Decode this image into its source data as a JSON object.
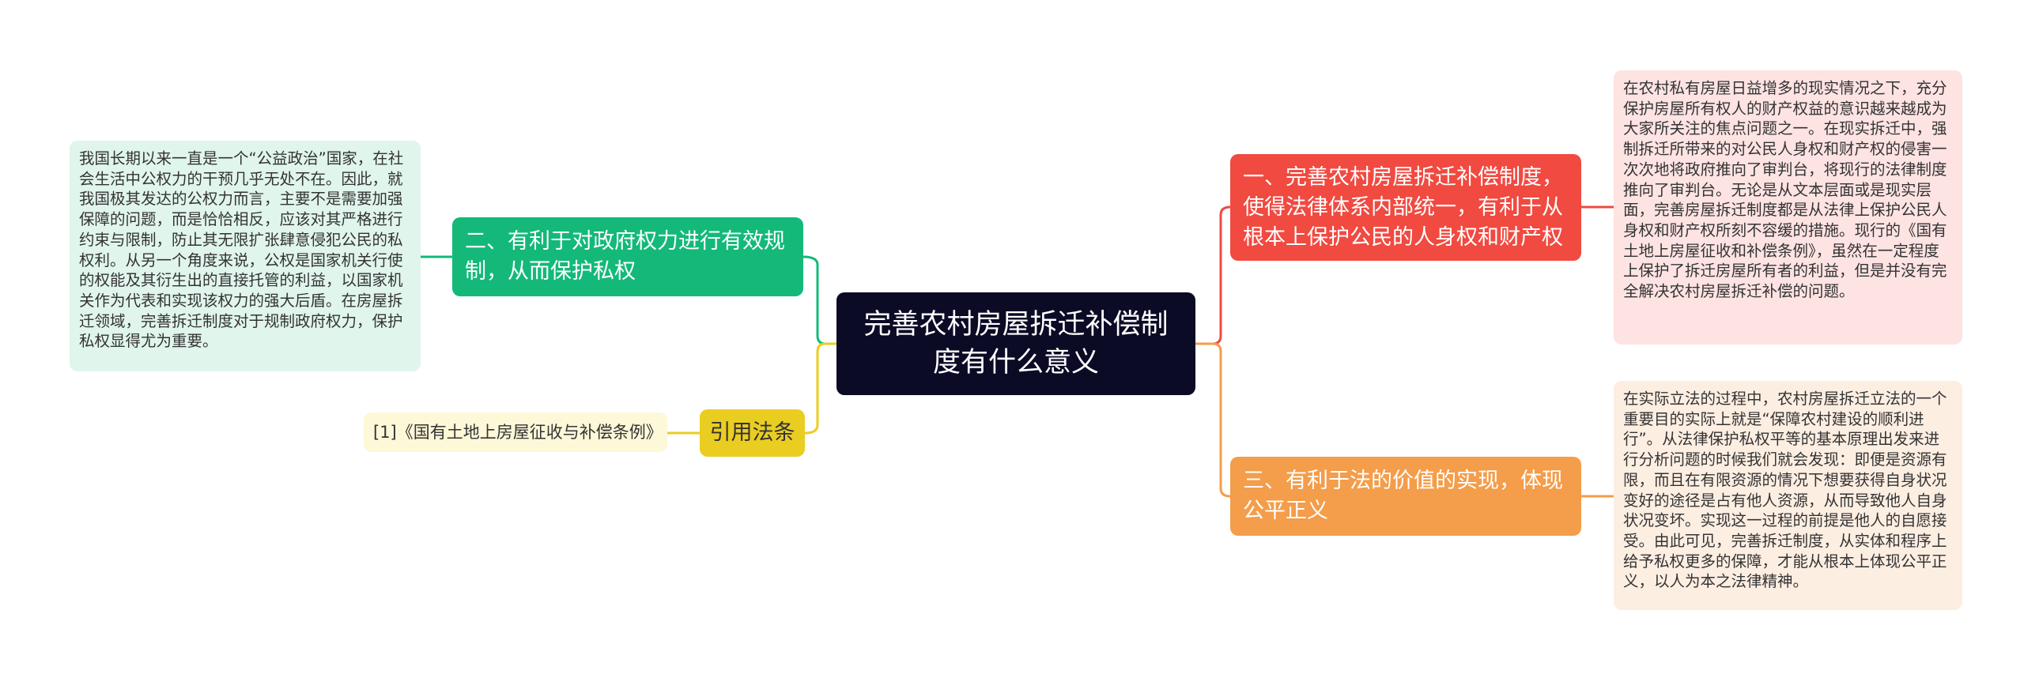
{
  "root": {
    "title": "完善农村房屋拆迁补偿制度有什么意义"
  },
  "branches": [
    {
      "label": "一、完善农村房屋拆迁补偿制度，使得法律体系内部统一，有利于从根本上保护公民的人身权和财产权",
      "color": "#f04a41",
      "detail": "在农村私有房屋日益增多的现实情况之下，充分保护房屋所有权人的财产权益的意识越来越成为大家所关注的焦点问题之一。在现实拆迁中，强制拆迁所带来的对公民人身权和财产权的侵害一次次地将政府推向了审判台，将现行的法律制度推向了审判台。无论是从文本层面或是现实层面，完善房屋拆迁制度都是从法律上保护公民人身权和财产权所刻不容缓的措施。现行的《国有土地上房屋征收和补偿条例》，虽然在一定程度上保护了拆迁房屋所有者的利益，但是并没有完全解决农村房屋拆迁补偿的问题。"
    },
    {
      "label": "三、有利于法的价值的实现，体现公平正义",
      "color": "#f49d4a",
      "detail": "在实际立法的过程中，农村房屋拆迁立法的一个重要目的实际上就是“保障农村建设的顺利进行”。从法律保护私权平等的基本原理出发来进行分析问题的时候我们就会发现：即便是资源有限，而且在有限资源的情况下想要获得自身状况变好的途径是占有他人资源，从而导致他人自身状况变坏。实现这一过程的前提是他人的自愿接受。由此可见，完善拆迁制度，从实体和程序上给予私权更多的保障，才能从根本上体现公平正义，以人为本之法律精神。"
    },
    {
      "label": "二、有利于对政府权力进行有效规制，从而保护私权",
      "color": "#14b97a",
      "detail": "我国长期以来一直是一个“公益政治”国家，在社会生活中公权力的干预几乎无处不在。因此，就我国极其发达的公权力而言，主要不是需要加强保障的问题，而是恰恰相反，应该对其严格进行约束与限制，防止其无限扩张肆意侵犯公民的私权利。从另一个角度来说，公权是国家机关行使的权能及其衍生出的直接托管的利益，以国家机关作为代表和实现该权力的强大后盾。在房屋拆迁领域，完善拆迁制度对于规制政府权力，保护私权显得尤为重要。"
    },
    {
      "label": "引用法条",
      "color": "#eacd21",
      "detail": "[1]《国有土地上房屋征收与补偿条例》"
    }
  ]
}
